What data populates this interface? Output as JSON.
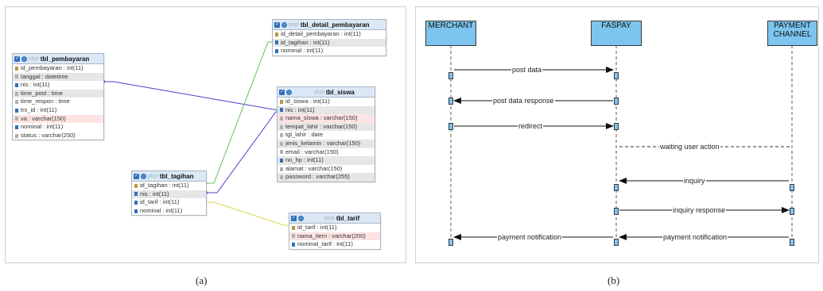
{
  "captions": {
    "a": "(a)",
    "b": "(b)"
  },
  "er": {
    "pk_prefix": "pkpi",
    "tables": {
      "pembayaran": {
        "name": "tbl_pembayaran",
        "fields": [
          "id_pembayaran : int(11)",
          "tanggal : datetime",
          "nis : int(11)",
          "time_post : time",
          "time_respon : time",
          "trx_id : int(11)",
          "va : varchar(150)",
          "nominal : int(11)",
          "status : varchar(250)"
        ]
      },
      "detail_pembayaran": {
        "name": "tbl_detail_pembayaran",
        "fields": [
          "id_detail_pembayaran : int(11)",
          "id_tagihan : int(11)",
          "nominal : int(11)"
        ]
      },
      "siswa": {
        "name": "tbl_siswa",
        "fields": [
          "id_siswa : int(11)",
          "nis : int(11)",
          "nama_siswa : varchar(150)",
          "tempat_lahir : varchar(150)",
          "tgl_lahir : date",
          "jenis_kelamin : varchar(150)",
          "email : varchar(150)",
          "no_hp : int(11)",
          "alamat : varchar(150)",
          "password : varchar(255)"
        ]
      },
      "tagihan": {
        "name": "tbl_tagihan",
        "fields": [
          "id_tagihan : int(11)",
          "nis : int(11)",
          "id_tarif : int(11)",
          "nominal : int(11)"
        ]
      },
      "tarif": {
        "name": "tbl_tarif",
        "fields": [
          "id_tarif : int(11)",
          "nama_item : varchar(200)",
          "nominal_tarif : int(11)"
        ]
      }
    },
    "colors": {
      "header": "#dbe8f5",
      "link_purple": "#4b3fc4",
      "link_green": "#5fc35a",
      "link_yellow": "#d8d84a"
    }
  },
  "sequence": {
    "actors": {
      "merchant": "MERCHANT",
      "faspay": "FASPAY",
      "channel": "PAYMENT CHANNEL"
    },
    "messages": [
      "post data",
      "post data response",
      "redirect",
      "waiting user action",
      "inquiry",
      "inquiry response",
      "payment notification",
      "payment notification"
    ],
    "colors": {
      "actor_fill": "#7cc5ee",
      "line": "#111111"
    }
  }
}
